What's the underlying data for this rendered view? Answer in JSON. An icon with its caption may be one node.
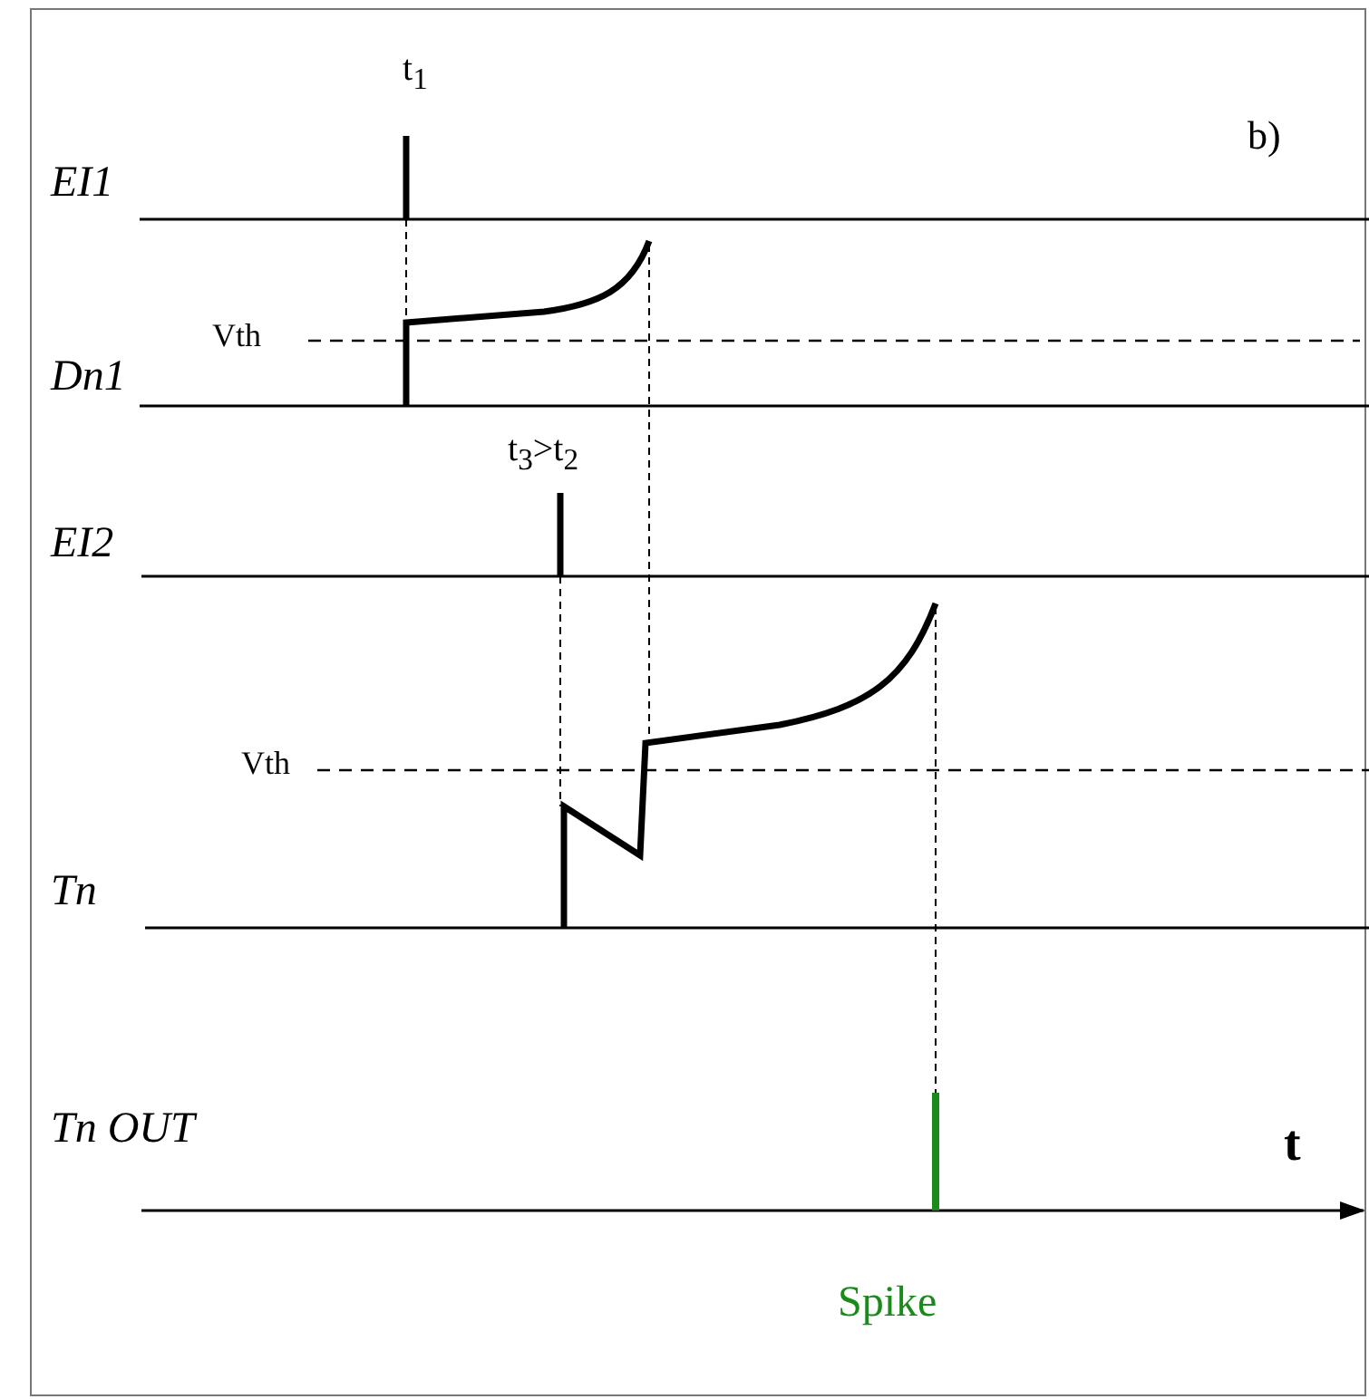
{
  "diagram": {
    "labels": [
      "t$_{1}$",
      "b)",
      "EI1",
      "Vth",
      "Dn1",
      "t$_{3}$>t$_{2}$",
      "EI2",
      "Vth",
      "Tn",
      "Tn OUT",
      "t",
      "Spike"
    ]
  }
}
